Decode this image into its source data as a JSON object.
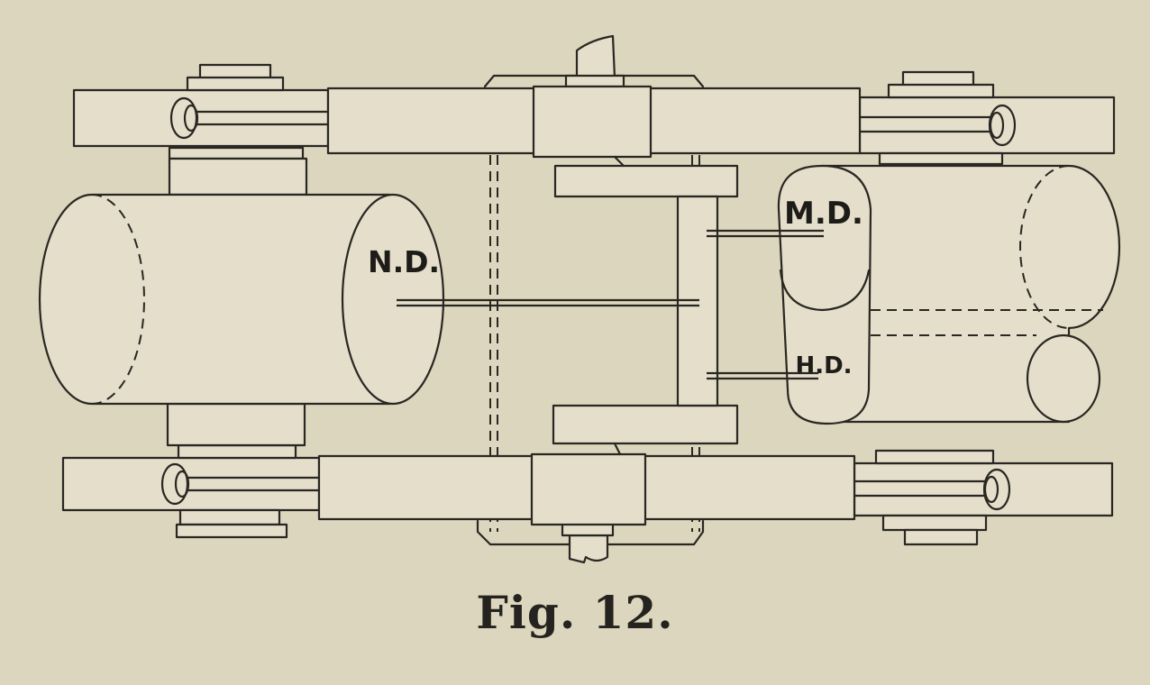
{
  "figure": {
    "caption": "Fig. 12."
  },
  "labels": {
    "nd": "N.D.",
    "md": "M.D.",
    "hd": "H.D."
  },
  "colors": {
    "paper": "#ddd6be",
    "ink": "#2a2722"
  }
}
